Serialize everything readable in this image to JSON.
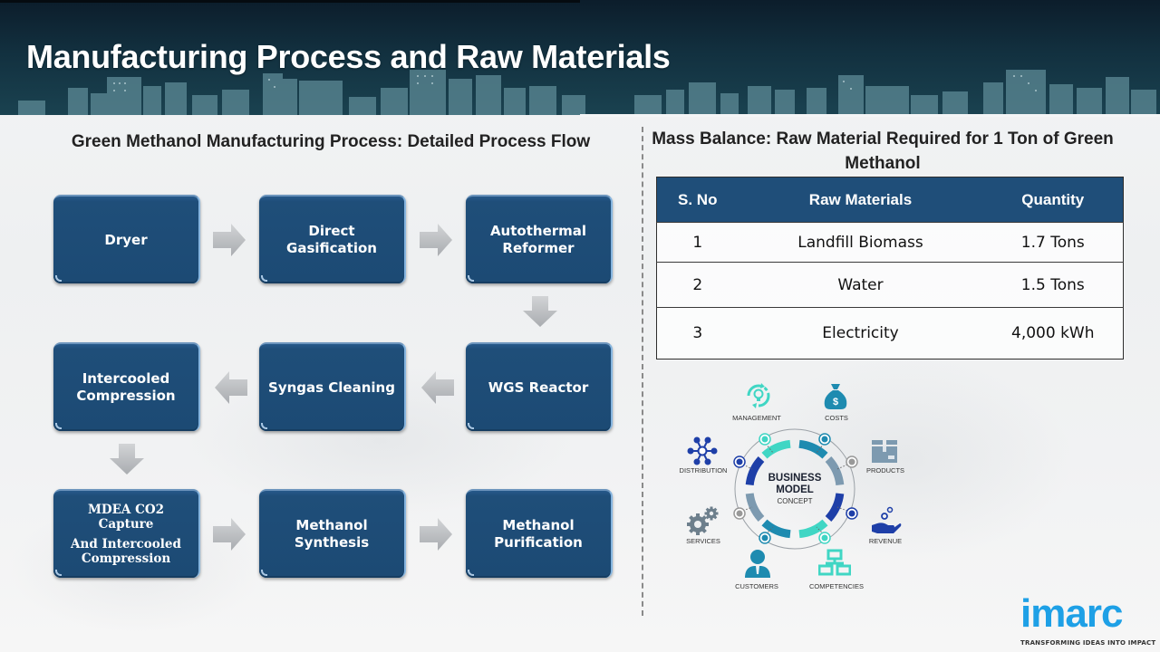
{
  "header": {
    "title": "Manufacturing Process and Raw Materials"
  },
  "process_flow": {
    "title": "Green Methanol Manufacturing Process: Detailed Process Flow",
    "steps": [
      {
        "label": "Dryer"
      },
      {
        "label": "Direct Gasification"
      },
      {
        "label": "Autothermal Reformer"
      },
      {
        "label": "WGS Reactor"
      },
      {
        "label": "Syngas Cleaning"
      },
      {
        "label": "Intercooled Compression"
      },
      {
        "label_line1": "MDEA CO2 Capture",
        "label_line2": "And Intercooled Compression"
      },
      {
        "label": "Methanol Synthesis"
      },
      {
        "label": "Methanol Purification"
      }
    ],
    "arrows": [
      {
        "from": "Dryer",
        "to": "Direct Gasification",
        "direction": "right"
      },
      {
        "from": "Direct Gasification",
        "to": "Autothermal Reformer",
        "direction": "right"
      },
      {
        "from": "Autothermal Reformer",
        "to": "WGS Reactor",
        "direction": "down"
      },
      {
        "from": "WGS Reactor",
        "to": "Syngas Cleaning",
        "direction": "left"
      },
      {
        "from": "Syngas Cleaning",
        "to": "Intercooled Compression",
        "direction": "left"
      },
      {
        "from": "Intercooled Compression",
        "to": "MDEA CO2 Capture And Intercooled Compression",
        "direction": "down"
      },
      {
        "from": "MDEA CO2 Capture And Intercooled Compression",
        "to": "Methanol Synthesis",
        "direction": "right"
      },
      {
        "from": "Methanol Synthesis",
        "to": "Methanol Purification",
        "direction": "right"
      }
    ]
  },
  "mass_balance": {
    "title": "Mass Balance: Raw Material Required for 1 Ton of Green Methanol",
    "columns": [
      "S. No",
      "Raw Materials",
      "Quantity"
    ],
    "rows": [
      [
        "1",
        "Landfill Biomass",
        "1.7 Tons"
      ],
      [
        "2",
        "Water",
        "1.5 Tons"
      ],
      [
        "3",
        "Electricity",
        "4,000 kWh"
      ]
    ]
  },
  "business_model": {
    "center_line1": "BUSINESS",
    "center_line2": "MODEL",
    "center_line3": "CONCEPT",
    "items": [
      {
        "label": "MANAGEMENT",
        "icon": "lightbulb-cycle-icon"
      },
      {
        "label": "COSTS",
        "icon": "money-bag-icon"
      },
      {
        "label": "PRODUCTS",
        "icon": "box-icon"
      },
      {
        "label": "REVENUE",
        "icon": "hand-coins-icon"
      },
      {
        "label": "COMPETENCIES",
        "icon": "hierarchy-icon"
      },
      {
        "label": "CUSTOMERS",
        "icon": "person-icon"
      },
      {
        "label": "SERVICES",
        "icon": "gears-icon"
      },
      {
        "label": "DISTRIBUTION",
        "icon": "network-icon"
      }
    ]
  },
  "logo": {
    "wordmark": "imarc",
    "tagline": "TRANSFORMING IDEAS INTO IMPACT"
  },
  "colors": {
    "box_blue": "#1f4e79",
    "table_header": "#1f4e79",
    "arrow_gray": "#b8babd",
    "logo_blue": "#1ea0e6",
    "accent_teal": "#40d6c4",
    "accent_navy": "#1e3fa8"
  }
}
